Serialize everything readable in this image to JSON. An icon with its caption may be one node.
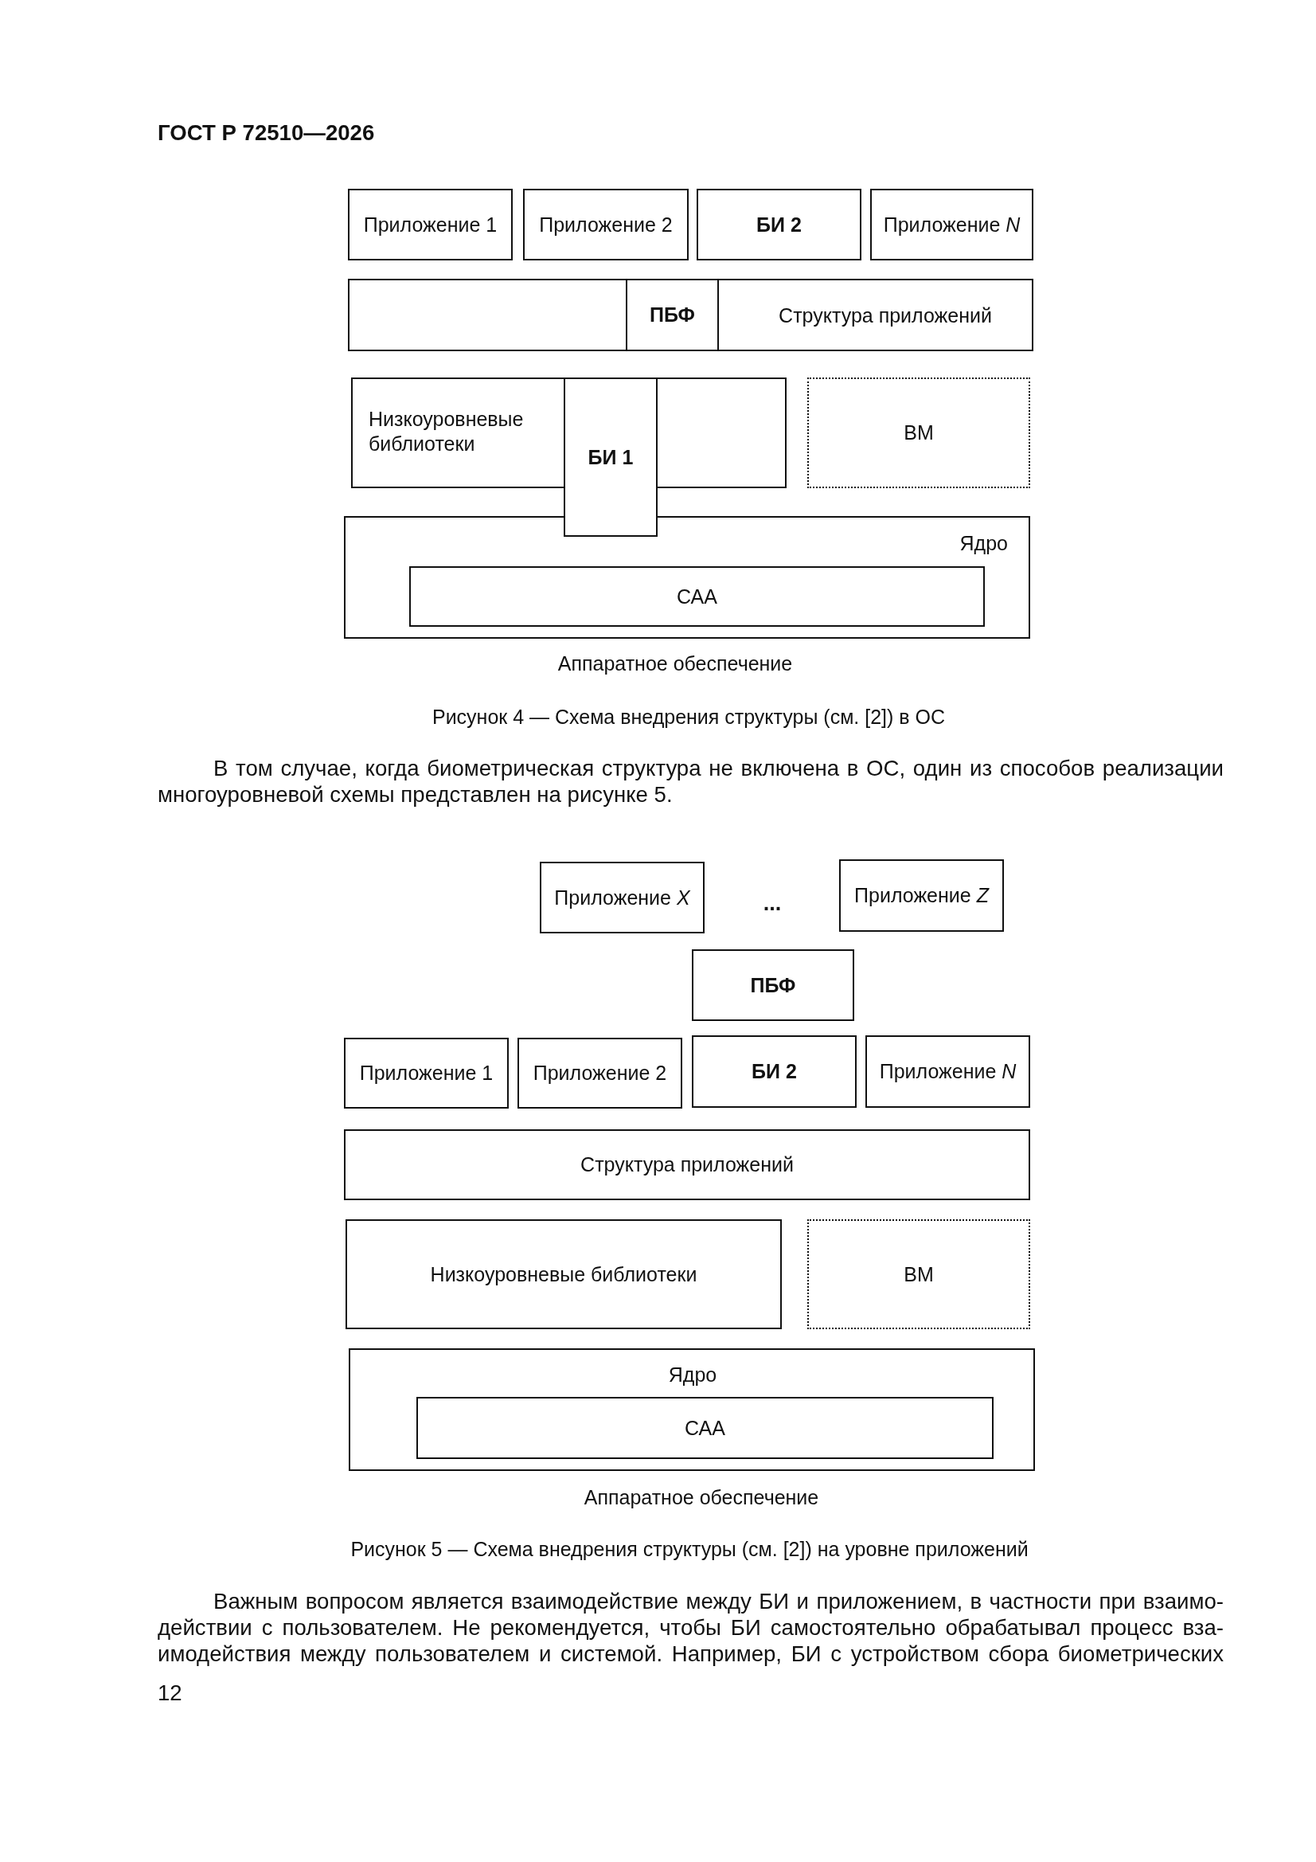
{
  "diagram": {
    "nodes": [
      {
        "text": [
          "Приложение 1"
        ]
      },
      {
        "text": [
          "Приложение 2"
        ]
      },
      {
        "text": [
          "БИ 2"
        ]
      },
      {
        "text": [
          "Приложение *N*"
        ]
      },
      {
        "text": [
          "Структура приложений"
        ]
      },
      {
        "text": [
          "ПБФ"
        ],
        "in": 4
      },
      {
        "text": [
          "Низкоуровневые библиотеки"
        ]
      },
      {
        "text": [
          "БИ 1"
        ]
      },
      {
        "text": [
          "ВМ"
        ]
      },
      {
        "text": [
          "Ядро"
        ]
      },
      {
        "text": [
          "САА"
        ],
        "in": 9
      },
      {
        "text": [
          "Приложение *X*"
        ]
      },
      {
        "text": [
          "Приложение *Z*"
        ]
      },
      {
        "text": [
          "ПБФ"
        ]
      },
      {
        "text": [
          "Приложение 1"
        ]
      },
      {
        "text": [
          "Приложение 2"
        ]
      },
      {
        "text": [
          "БИ 2"
        ]
      },
      {
        "text": [
          "Приложение *N*"
        ]
      },
      {
        "text": [
          "Структура приложений"
        ]
      },
      {
        "text": [
          "Низкоуровневые библиотеки"
        ]
      },
      {
        "text": [
          "ВМ"
        ]
      },
      {
        "text": [
          "Ядро"
        ]
      },
      {
        "text": [
          "САА"
        ],
        "in": 21
      }
    ],
    "labels": [
      "ГОСТ Р 72510—2026",
      "Аппаратное обеспечение",
      "Рисунок 4 — Схема внедрения структуры (см. [2]) в ОС",
      "В том случае, когда биометрическая структура не включена в ОС, один из способов реализации многоуровневой схемы представлен на рисунке 5.",
      "...",
      "Аппаратное обеспечение",
      "Рисунок 5 — Схема внедрения структуры (см. [2]) на уровне приложений",
      "Важным вопросом является взаимодействие между БИ и приложением, в частности при взаимо-действии с пользователем. Не рекомендуется, чтобы БИ самостоятельно обрабатывал процесс вза-имодействия между пользователем и системой. Например, БИ с устройством сбора биометрических",
      "12"
    ]
  }
}
